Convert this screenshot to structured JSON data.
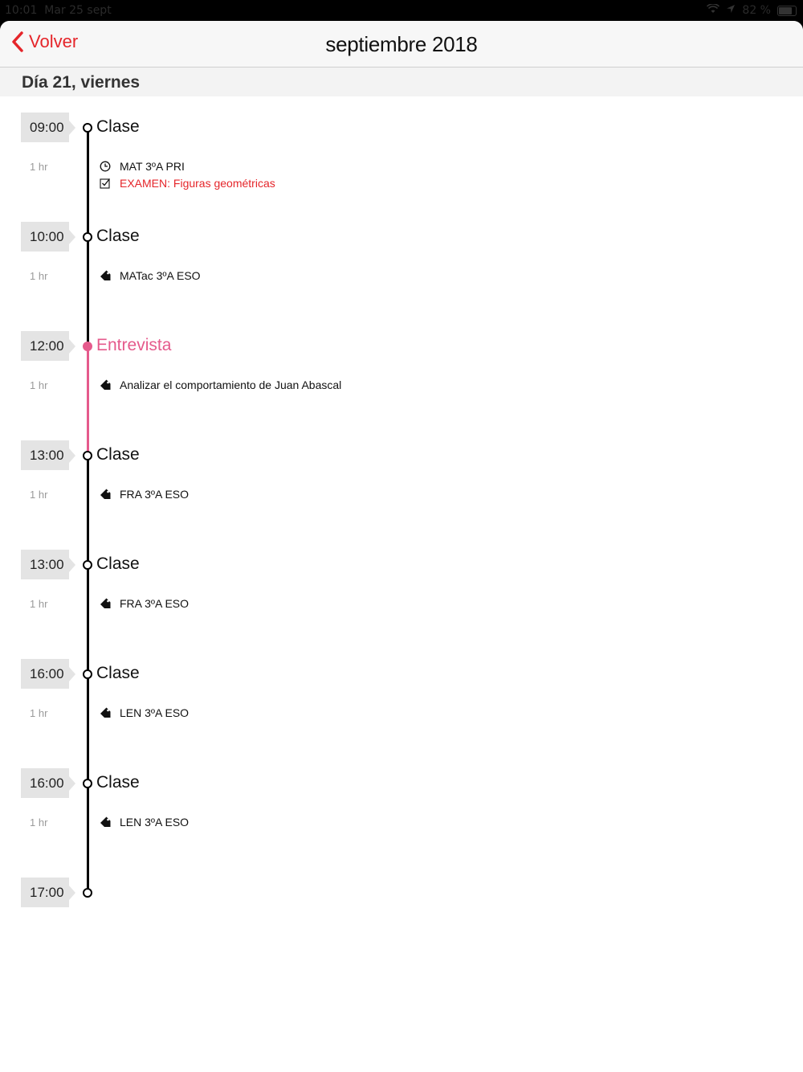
{
  "status": {
    "time": "10:01",
    "date": "Mar 25 sept",
    "battery": "82 %"
  },
  "nav": {
    "back_label": "Volver",
    "title": "septiembre 2018"
  },
  "day_header": "Día 21, viernes",
  "colors": {
    "accent": "#e5252a",
    "interview": "#e55a8c"
  },
  "events": [
    {
      "time": "09:00",
      "title": "Clase",
      "duration": "1 hr",
      "details": [
        {
          "icon": "clock-icon",
          "text": "MAT 3ºA PRI"
        },
        {
          "icon": "checkbox-icon",
          "text": "EXAMEN:  Figuras geométricas",
          "color": "red"
        }
      ]
    },
    {
      "time": "10:00",
      "title": "Clase",
      "duration": "1 hr",
      "details": [
        {
          "icon": "tag-icon",
          "text": "MATac 3ºA ESO"
        }
      ]
    },
    {
      "time": "12:00",
      "title": "Entrevista",
      "duration": "1 hr",
      "details": [
        {
          "icon": "tag-icon",
          "text": "Analizar el comportamiento de Juan Abascal"
        }
      ]
    },
    {
      "time": "13:00",
      "title": "Clase",
      "duration": "1 hr",
      "details": [
        {
          "icon": "tag-icon",
          "text": "FRA 3ºA ESO"
        }
      ]
    },
    {
      "time": "13:00",
      "title": "Clase",
      "duration": "1 hr",
      "details": [
        {
          "icon": "tag-icon",
          "text": "FRA 3ºA ESO"
        }
      ]
    },
    {
      "time": "16:00",
      "title": "Clase",
      "duration": "1 hr",
      "details": [
        {
          "icon": "tag-icon",
          "text": "LEN 3ºA ESO"
        }
      ]
    },
    {
      "time": "16:00",
      "title": "Clase",
      "duration": "1 hr",
      "details": [
        {
          "icon": "tag-icon",
          "text": "LEN 3ºA ESO"
        }
      ]
    }
  ],
  "end_time": "17:00"
}
